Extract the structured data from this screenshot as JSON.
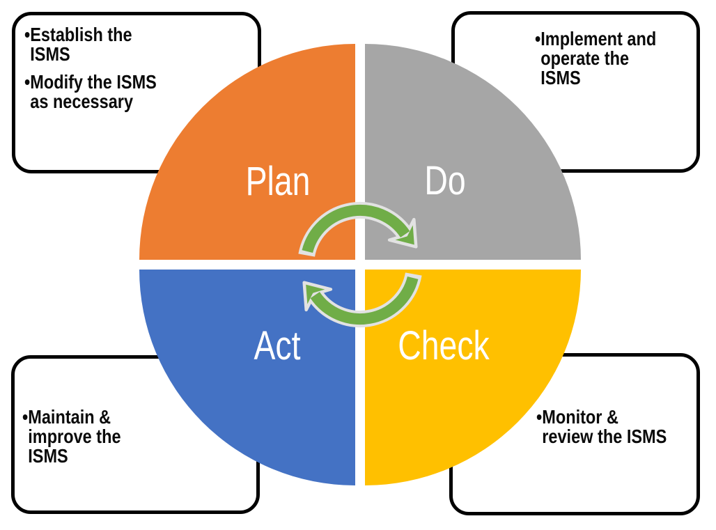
{
  "bullet": "•",
  "diagram": {
    "quadrants": {
      "plan": {
        "label": "Plan",
        "color": "#ED7D31"
      },
      "do": {
        "label": "Do",
        "color": "#A6A6A6"
      },
      "check": {
        "label": "Check",
        "color": "#FFC000"
      },
      "act": {
        "label": "Act",
        "color": "#4472C4"
      }
    },
    "label_text_color": "#FFFFFF",
    "arrows": {
      "fill": "#70AD47",
      "outline": "#E2E2E2"
    },
    "callout_border_color": "#000000"
  },
  "callouts": {
    "plan": {
      "items": [
        "Establish the ISMS",
        "Modify the ISMS as necessary"
      ]
    },
    "do": {
      "items": [
        "Implement and operate the ISMS"
      ]
    },
    "check": {
      "items": [
        "Monitor & review the ISMS"
      ]
    },
    "act": {
      "items": [
        "Maintain & improve the ISMS"
      ]
    }
  }
}
